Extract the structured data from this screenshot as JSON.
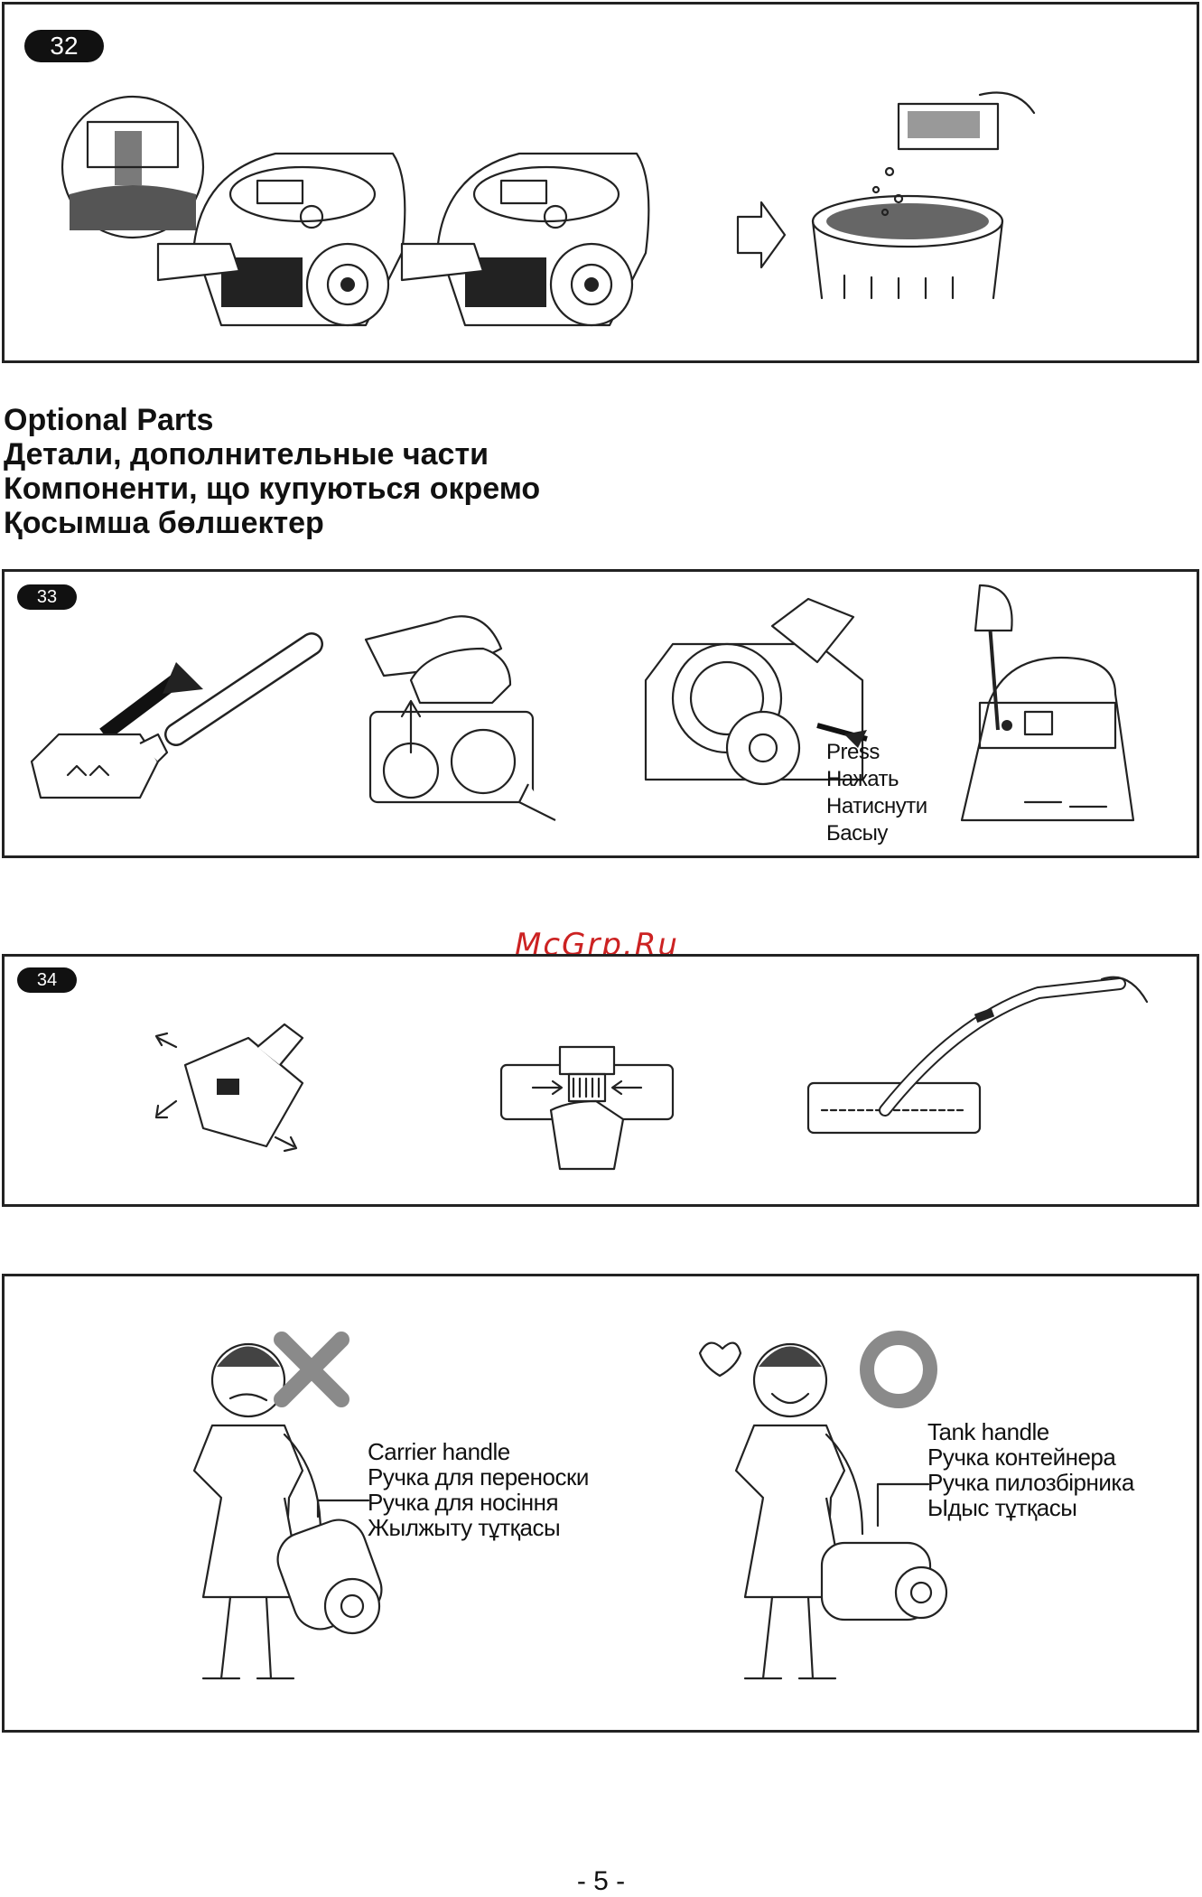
{
  "steps": {
    "s32": "32",
    "s33": "33",
    "s34": "34"
  },
  "heading": {
    "en": "Optional Parts",
    "ru": "Детали, дополнительные части",
    "uk": "Компоненти, що купуються окремо",
    "kk": "Қосымша бөлшектер"
  },
  "press": {
    "en": "Press",
    "ru": "Нажать",
    "uk": "Натиснути",
    "kk": "Басыу"
  },
  "carrier_handle": {
    "en": "Carrier handle",
    "ru": "Ручка для переноски",
    "uk": "Ручка для носіння",
    "kk": "Жылжыту тұтқасы"
  },
  "tank_handle": {
    "en": "Tank handle",
    "ru": "Ручка контейнера",
    "uk": "Ручка пилозбірника",
    "kk": "Ыдыс тұтқасы"
  },
  "watermark": "McGrp.Ru",
  "page_number": "- 5 -",
  "icons": {
    "wrong": "cross-mark-icon",
    "right": "circle-mark-icon"
  },
  "colors": {
    "mark_gray": "#8a8a8a",
    "watermark": "#cc2222",
    "ink": "#111111"
  }
}
